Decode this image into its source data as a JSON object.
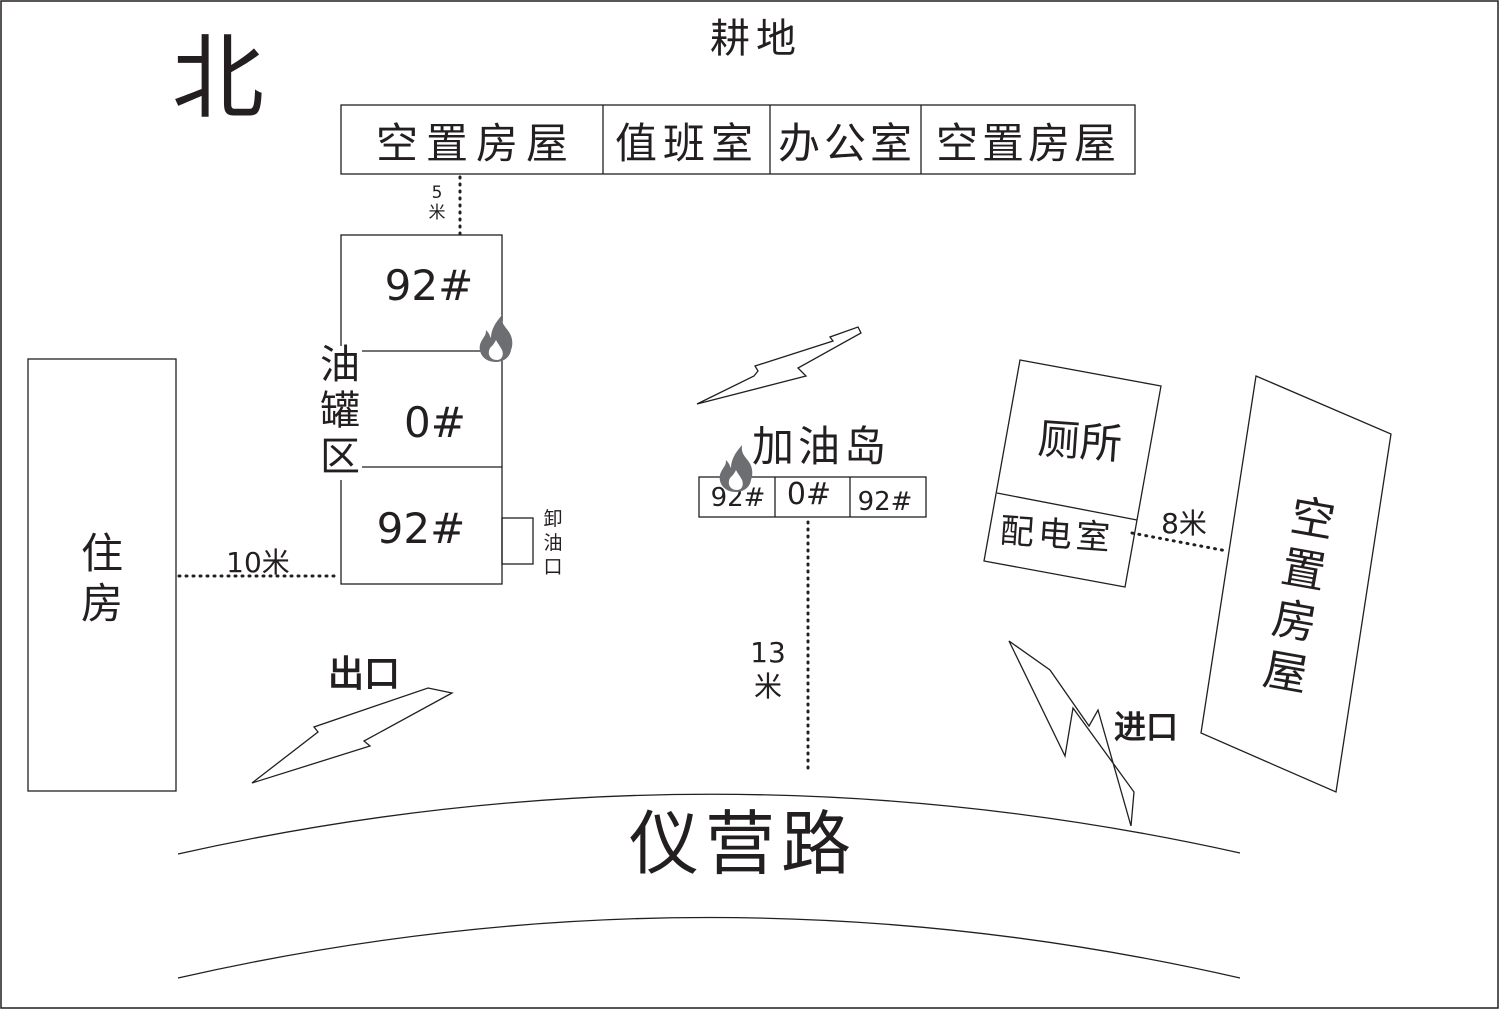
{
  "north_label": "北",
  "farmland_label": "耕地",
  "north_row": {
    "vacant_left": "空置房屋",
    "duty_room": "值班室",
    "office": "办公室",
    "vacant_right": "空置房屋"
  },
  "dist_north": {
    "num": "5",
    "unit": "米"
  },
  "tank_area": {
    "label_chars": [
      "油",
      "罐",
      "区"
    ],
    "tank_top": "92#",
    "tank_middle": "0#",
    "tank_bottom": "92#",
    "unload_chars": [
      "卸",
      "油",
      "口"
    ]
  },
  "housing_chars": [
    "住",
    "房"
  ],
  "dist_housing": "10米",
  "fuel_island": {
    "label": "加油岛",
    "pumps": [
      "92#",
      "0#",
      "92#"
    ]
  },
  "dist_road": {
    "num": "13",
    "unit": "米"
  },
  "toilet": "厕所",
  "power_room": "配电室",
  "dist_right": "8米",
  "vacant_east_chars": [
    "空",
    "置",
    "房",
    "屋"
  ],
  "exit_label": "出口",
  "entrance_label": "进口",
  "road_name": "仪营路",
  "colors": {
    "line": "#231f20",
    "fire": "#6d6e71",
    "background": "#ffffff"
  }
}
